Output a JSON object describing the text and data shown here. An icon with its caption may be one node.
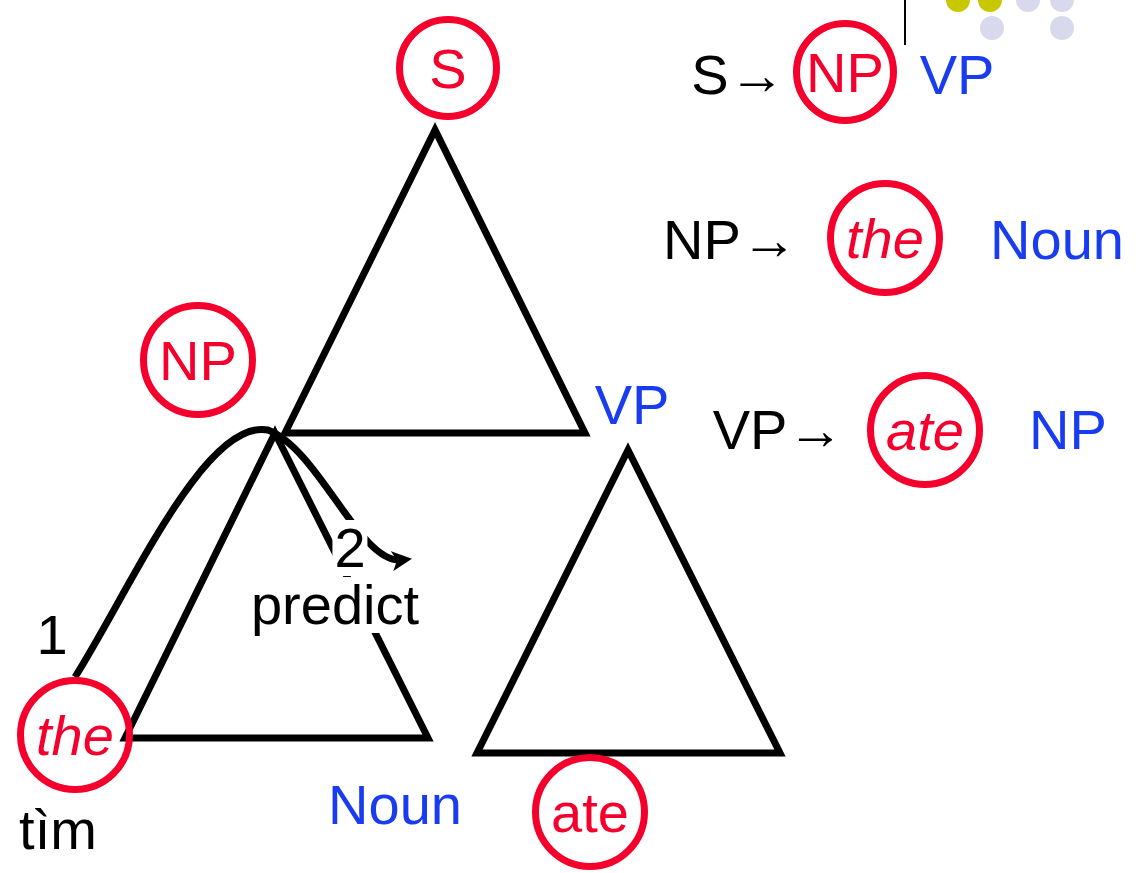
{
  "diagram": {
    "nodes": [
      {
        "text": [
          "S"
        ]
      },
      {
        "text": [
          "NP"
        ]
      },
      {
        "text": [
          "the"
        ]
      },
      {
        "text": [
          "NP"
        ]
      },
      {
        "text": [
          "ate"
        ]
      },
      {
        "text": [
          "the"
        ],
        "beside": [
          "tìm"
        ]
      },
      {
        "text": [
          "ate"
        ]
      },
      {
        "text": [
          "predict"
        ]
      }
    ],
    "edges": [
      {
        "from": 5,
        "to": 7,
        "arrow": "to"
      }
    ],
    "labels": [
      "S→",
      "VP",
      "NP→",
      "Noun",
      "VP",
      "VP→",
      "NP",
      "2",
      "1",
      "Noun"
    ]
  }
}
